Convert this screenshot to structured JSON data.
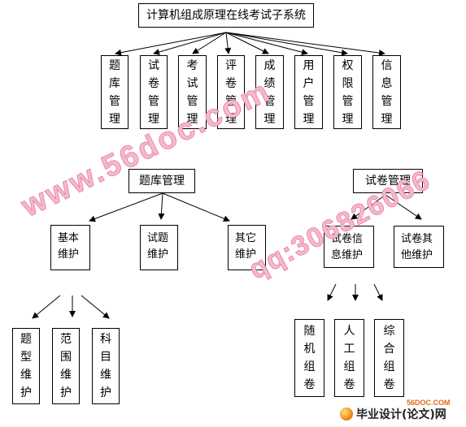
{
  "root": "计算机组成原理在线考试子系统",
  "modules": [
    "题库管理",
    "试卷管理",
    "考试管理",
    "评卷管理",
    "成绩管理",
    "用户管理",
    "权限管理",
    "信息管理"
  ],
  "left": {
    "title": "题库管理",
    "children": [
      "基本维护",
      "试题维护",
      "其它维护"
    ],
    "basic_children": [
      "题型维护",
      "范围维护",
      "科目维护"
    ]
  },
  "right": {
    "title": "试卷管理",
    "children": [
      "试卷信息维护",
      "试卷其他维护"
    ],
    "info_children": [
      "随机组卷",
      "人工组卷",
      "综合组卷"
    ]
  },
  "watermark": {
    "site": "www.56doc.com",
    "qq": "qq:306826066",
    "logo_small": "56DOC.COM",
    "logo_text": "毕业设计(论文)网"
  }
}
